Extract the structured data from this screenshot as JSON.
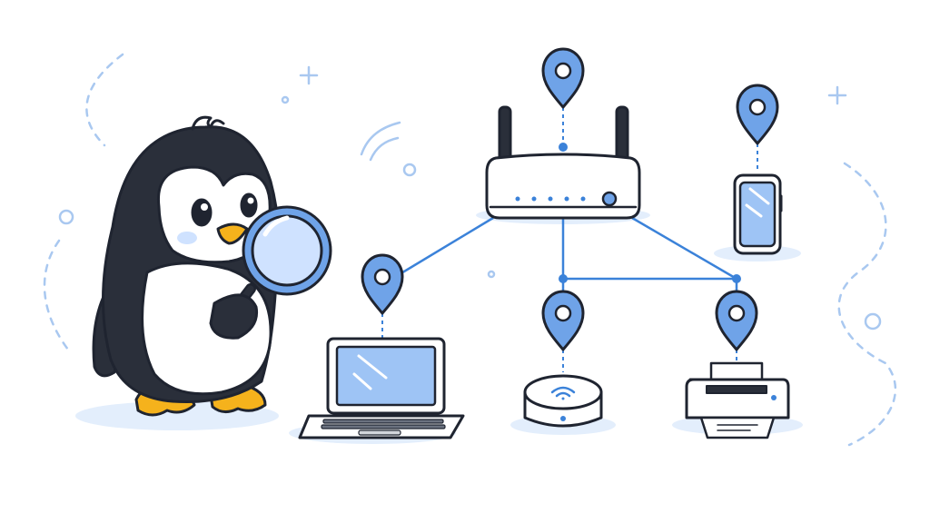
{
  "colors": {
    "background": "#ffffff",
    "outline": "#1f2430",
    "penguin_body": "#2a2f3a",
    "penguin_belly": "#ffffff",
    "beak_feet": "#f5b21c",
    "blush": "#cfe2ff",
    "accent_blue": "#3b82d9",
    "pin_fill": "#6fa3e8",
    "screen_blue": "#9ec4f5",
    "shadow": "#e3eefc",
    "device_white": "#ffffff"
  },
  "icons": {
    "mascot": "penguin-with-magnifier",
    "hub": "wifi-router",
    "location_marker": "map-pin-icon",
    "devices": [
      "laptop-icon",
      "smartphone-icon",
      "smart-speaker-icon",
      "printer-icon"
    ],
    "decoration": [
      "sparkle-plus-icon",
      "ring-dot-icon",
      "signal-arcs-icon",
      "dashed-swirl"
    ]
  },
  "diagram": {
    "type": "network-device-discovery",
    "nodes": [
      "router",
      "laptop",
      "smartphone",
      "smart-speaker",
      "printer"
    ],
    "links": [
      [
        "router",
        "laptop"
      ],
      [
        "router",
        "smart-speaker"
      ],
      [
        "router",
        "printer"
      ]
    ],
    "pinned_nodes": [
      "router",
      "laptop",
      "smartphone",
      "smart-speaker",
      "printer"
    ]
  }
}
